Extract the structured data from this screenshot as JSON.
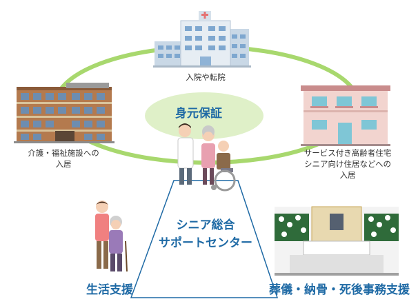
{
  "center": {
    "heading": "身元保証",
    "title_line1": "シニア総合",
    "title_line2": "サポートセンター"
  },
  "nodes": {
    "hospital": {
      "label": "入院や転院"
    },
    "care_facility": {
      "label_line1": "介護・福祉施設への",
      "label_line2": "入居"
    },
    "senior_housing": {
      "label_line1": "サービス付き高齢者住宅",
      "label_line2": "シニア向け住居などへの",
      "label_line3": "入居"
    },
    "daily_support": {
      "label": "生活支援"
    },
    "funeral_support": {
      "label": "葬儀・納骨・死後事務支援"
    }
  },
  "colors": {
    "ring": "#a8d86e",
    "ellipse": "#dff0c8",
    "title_blue": "#1f6aa5",
    "triangle_stroke": "#1f6aa5"
  }
}
